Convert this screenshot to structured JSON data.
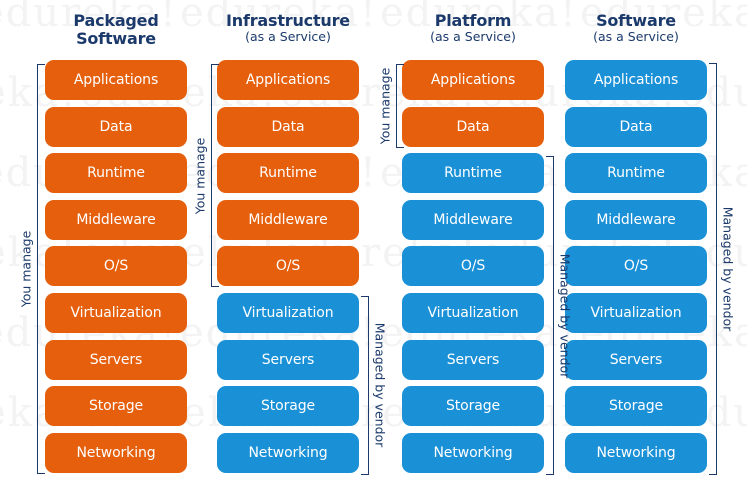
{
  "colors": {
    "you_manage": "#e55f0c",
    "managed_by_vendor": "#1a90d7",
    "text_navy": "#1b3a6b"
  },
  "watermark_text": "edureka!",
  "layers": [
    "Applications",
    "Data",
    "Runtime",
    "Middleware",
    "O/S",
    "Virtualization",
    "Servers",
    "Storage",
    "Networking"
  ],
  "columns": [
    {
      "title": "Packaged",
      "title2": "Software",
      "subtitle": "",
      "you_manage_count": 9,
      "bracket_you_label": "You manage",
      "bracket_vendor_label": ""
    },
    {
      "title": "Infrastructure",
      "title2": "",
      "subtitle": "(as a Service)",
      "you_manage_count": 5,
      "bracket_you_label": "You manage",
      "bracket_vendor_label": "Managed by vendor"
    },
    {
      "title": "Platform",
      "title2": "",
      "subtitle": "(as a Service)",
      "you_manage_count": 2,
      "bracket_you_label": "You manage",
      "bracket_vendor_label": "Managed by vendor"
    },
    {
      "title": "Software",
      "title2": "",
      "subtitle": "(as a Service)",
      "you_manage_count": 0,
      "bracket_you_label": "",
      "bracket_vendor_label": "Managed by vendor"
    }
  ]
}
